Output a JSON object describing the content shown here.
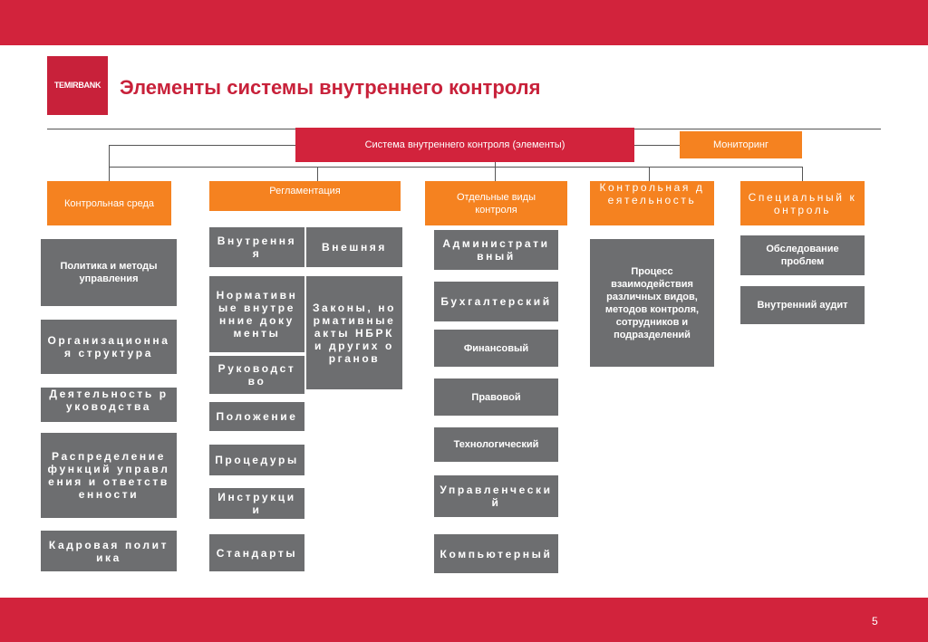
{
  "header": {
    "logo_text": "TEMIRBANK",
    "title": "Элементы системы внутреннего контроля"
  },
  "root": {
    "label": "Система внутреннего контроля (элементы)",
    "monitoring_label": "Мониторинг"
  },
  "categories": {
    "control_environment": "Контрольная среда",
    "regulation": "Регламентация",
    "control_types": "Отдельные виды контроля",
    "control_activity": "Контрольная деятельность",
    "special_control": "Специальный контроль"
  },
  "control_environment_items": [
    "Политика и методы управления",
    "Организационная структура",
    "Деятельность руководства",
    "Распределение функций управления и ответственности",
    "Кадровая политика"
  ],
  "regulation": {
    "internal": "Внутренняя",
    "external": "Внешняя",
    "internal_items": [
      "Нормативные внутренние документы",
      "Руководство",
      "Положение",
      "Процедуры",
      "Инструкции",
      "Стандарты"
    ],
    "external_items": [
      "Законы, нормативные акты НБРК и других органов"
    ]
  },
  "control_types_items": [
    "Административный",
    "Бухгалтерский",
    "Финансовый",
    "Правовой",
    "Технологический",
    "Управленческий",
    "Компьютерный"
  ],
  "control_activity_items": [
    "Процесс взаимодействия различных видов, методов контроля, сотрудников и подразделений"
  ],
  "special_control_items": [
    "Обследование проблем",
    "Внутренний аудит"
  ],
  "footer": {
    "page_number": "5"
  },
  "colors": {
    "brand_red": "#d2233c",
    "orange": "#f58220",
    "gray": "#6d6e70"
  }
}
